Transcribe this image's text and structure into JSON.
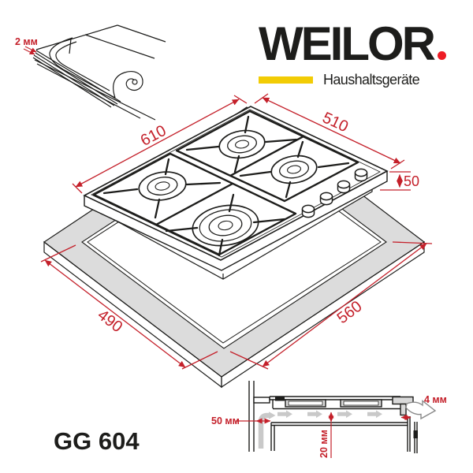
{
  "brand": {
    "name": "WEILOR",
    "tagline": "Haushaltsgeräte"
  },
  "model": "GG 604",
  "dimensions": {
    "width_top": "610",
    "depth_top": "510",
    "height": "50",
    "cutout_width": "560",
    "cutout_depth": "490",
    "edge_thickness": "2 мм",
    "wall_clearance": "50 мм",
    "bottom_clearance": "20 мм",
    "rear_vent_gap": "4 мм"
  },
  "colors": {
    "accent_red": "#c4202a",
    "logo_dot_red": "#ee1c25",
    "brand_yellow": "#f2cc05",
    "ink": "#1d1d1b",
    "surface_gray": "#dcdcdc"
  }
}
